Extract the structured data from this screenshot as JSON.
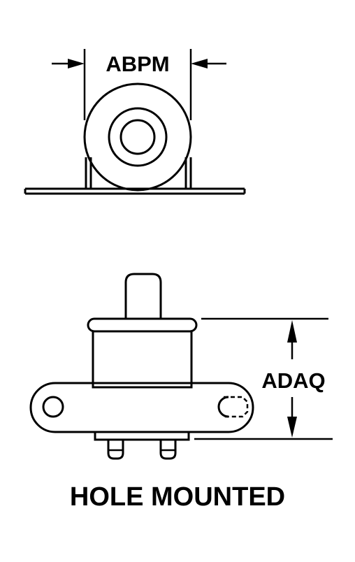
{
  "diagram": {
    "dimension_width_label": "ABPM",
    "dimension_height_label": "ADAQ",
    "caption": "HOLE MOUNTED"
  },
  "colors": {
    "ink": "#000000",
    "paper": "#ffffff"
  }
}
